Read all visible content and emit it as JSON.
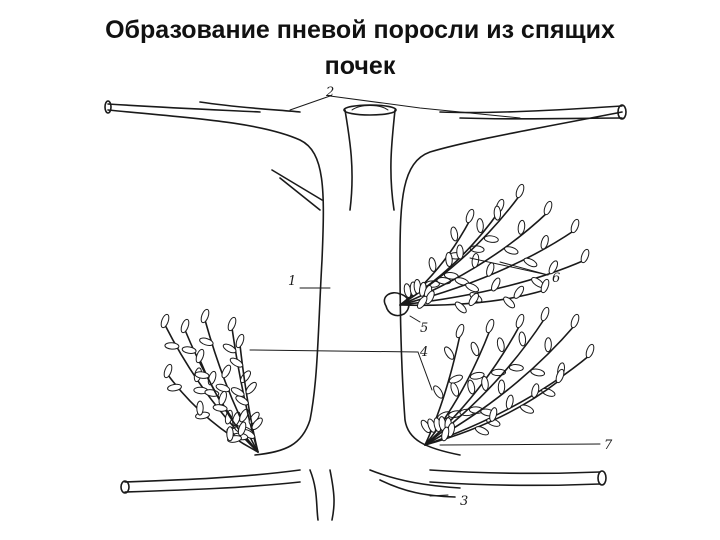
{
  "title": {
    "line1": "Образование пневой поросли из спящих",
    "line2": "почек"
  },
  "labels": {
    "stump": "1",
    "branches_top": "2",
    "roots_bottom": "3",
    "sprout_cluster": "4",
    "dormant_bud_knot": "5",
    "leaves": "6",
    "root_collar_bud": "7"
  }
}
